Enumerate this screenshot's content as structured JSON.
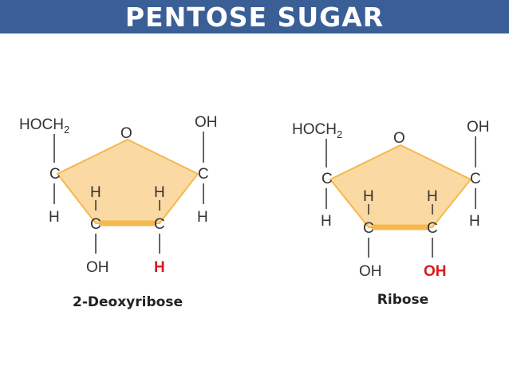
{
  "title": "PENTOSE SUGAR",
  "colors": {
    "title_bar": "#3a5f97",
    "ring_fill": "#fbd9a2",
    "ring_bottom": "#f5b84f",
    "highlight": "#d41c1c"
  },
  "molecules": [
    {
      "name": "2-Deoxyribose",
      "hoch2": "HOCH",
      "hoch2_sub": "2",
      "ring_o": "O",
      "c1_top": "OH",
      "c1": "C",
      "c1_bottom": "H",
      "c4": "C",
      "c4_bottom": "H",
      "c3_top": "H",
      "c3": "C",
      "c3_bottom": "OH",
      "c2_top": "H",
      "c2": "C",
      "c2_bottom": "H"
    },
    {
      "name": "Ribose",
      "hoch2": "HOCH",
      "hoch2_sub": "2",
      "ring_o": "O",
      "c1_top": "OH",
      "c1": "C",
      "c1_bottom": "H",
      "c4": "C",
      "c4_bottom": "H",
      "c3_top": "H",
      "c3": "C",
      "c3_bottom": "OH",
      "c2_top": "H",
      "c2": "C",
      "c2_bottom": "OH"
    }
  ]
}
